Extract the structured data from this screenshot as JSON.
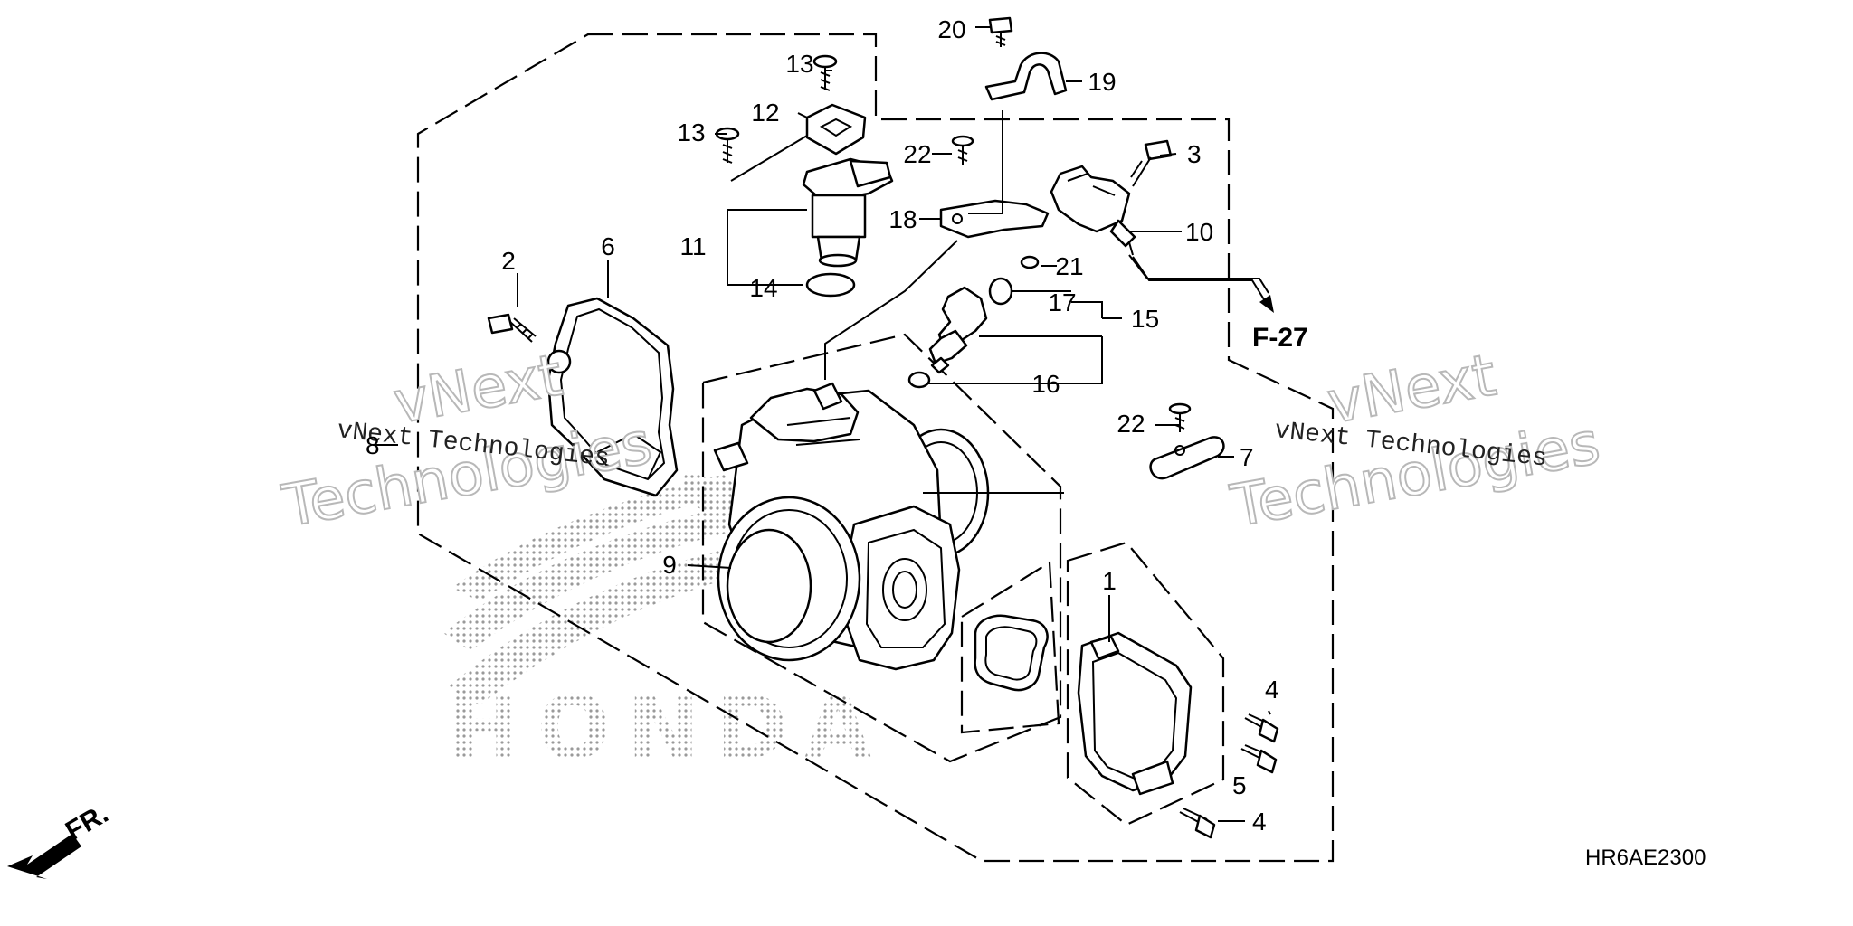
{
  "diagram": {
    "callouts": {
      "c1": "1",
      "c2": "2",
      "c3": "3",
      "c4a": "4",
      "c4b": "4",
      "c5": "5",
      "c6": "6",
      "c7": "7",
      "c8": "8",
      "c9": "9",
      "c10": "10",
      "c11": "11",
      "c12": "12",
      "c13a": "13",
      "c13b": "13",
      "c14": "14",
      "c15": "15",
      "c16": "16",
      "c17": "17",
      "c18": "18",
      "c19": "19",
      "c20": "20",
      "c21": "21",
      "c22a": "22",
      "c22b": "22"
    },
    "reference": "F-27",
    "direction_label": "FR.",
    "diagram_code": "HR6AE2300",
    "watermark": {
      "left_big_1": "vNext",
      "left_big_2": "Technologies",
      "left_small": "vNext Technologies",
      "right_big_1": "vNext",
      "right_big_2": "Technologies",
      "right_small": "vNext Technologies"
    },
    "brand_logo_text": "HONDA"
  }
}
